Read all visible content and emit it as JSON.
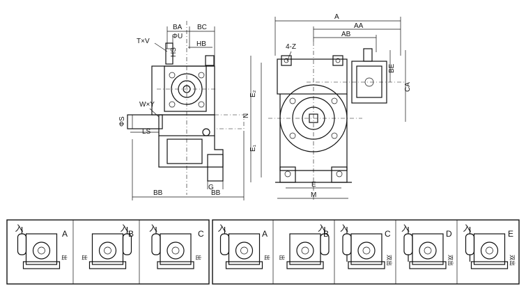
{
  "side_view": {
    "dims": {
      "BA": "BA",
      "U": "ΦU",
      "BC": "BC",
      "TxV": "T×V",
      "HS": "HS",
      "HB": "HB",
      "WxY": "W×Y",
      "S": "ΦS",
      "LS": "LS",
      "G": "G",
      "BB_left": "BB",
      "BB_right": "BB"
    }
  },
  "front_view": {
    "dims": {
      "A": "A",
      "AA": "AA",
      "AB": "AB",
      "Z": "4-Z",
      "BE": "BE",
      "CA": "CA",
      "E2": "E₂",
      "N": "N",
      "E1": "E₁",
      "E": "E",
      "M": "M"
    }
  },
  "group_left": {
    "panels": [
      {
        "letter": "A",
        "in": "入",
        "out": "出"
      },
      {
        "letter": "B",
        "in": "入",
        "out": "出"
      },
      {
        "letter": "C",
        "in": "入",
        "out": "出"
      }
    ]
  },
  "group_right": {
    "panels": [
      {
        "letter": "A",
        "in": "入",
        "out": "出"
      },
      {
        "letter": "B",
        "in": "入",
        "out": "出"
      },
      {
        "letter": "C",
        "in": "入",
        "out": "双出"
      },
      {
        "letter": "D",
        "in": "入",
        "out": "双出"
      },
      {
        "letter": "E",
        "in": "入",
        "out": "双出"
      }
    ]
  }
}
